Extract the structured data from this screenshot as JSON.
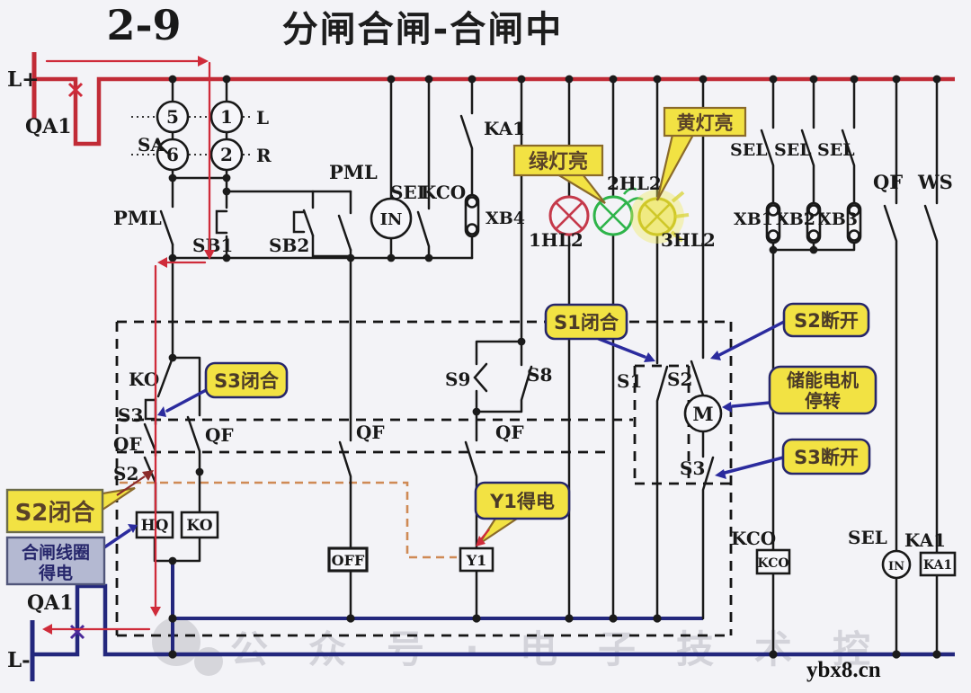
{
  "title": {
    "number": "2-9",
    "main": "分闸合闸-合闸中"
  },
  "power": {
    "l_plus": "L+",
    "l_minus": "L-",
    "qa1_top": "QA1",
    "qa1_bottom": "QA1"
  },
  "selector_sa": {
    "label": "SA",
    "c5": "5",
    "c6": "6",
    "c1": "1",
    "c2": "2",
    "tap_l": "L",
    "tap_r": "R"
  },
  "top_row": {
    "pml_left": "PML",
    "pml_right": "PML",
    "sb1": "SB1",
    "sb2": "SB2",
    "sel": "SEL",
    "in": "IN",
    "kco": "KCO",
    "ka1": "KA1",
    "xb4": "XB4"
  },
  "lamps": {
    "lamp1": "1HL2",
    "lamp2": "2HL2",
    "lamp3": "3HL2"
  },
  "right_bank": {
    "sel": "SEL",
    "xb1": "XB1",
    "xb2": "XB2",
    "xb3": "XB3",
    "qf": "QF",
    "ws": "WS"
  },
  "left_chain": {
    "ko": "KO",
    "s3": "S3",
    "qf": "QF",
    "s2": "S2",
    "qf_b": "QF",
    "hq_coil": "HQ",
    "ko_coil": "KO"
  },
  "center": {
    "s9": "S9",
    "s8": "S8",
    "qf_off": "QF",
    "qf_y1": "QF",
    "off_coil": "OFF",
    "y1_coil": "Y1"
  },
  "right_chain": {
    "s1": "S1",
    "s2": "S2",
    "motor": "M",
    "s3": "S3"
  },
  "bottom_right": {
    "kco": "KCO",
    "sel": "SEL",
    "in": "IN",
    "ka1": "KA1"
  },
  "callouts": {
    "green_light": "绿灯亮",
    "yellow_light": "黄灯亮",
    "s1_closed": "S1闭合",
    "s2_open": "S2断开",
    "motor_stop_line1": "储能电机",
    "motor_stop_line2": "停转",
    "s3_open": "S3断开",
    "s3_closed": "S3闭合",
    "s2_closed": "S2闭合",
    "y1_energized": "Y1得电",
    "closing_coil_line1": "合闸线圈",
    "closing_coil_line2": "得电"
  },
  "watermark": {
    "wechat": "公众号·电子技术控",
    "site": "ybx8.cn"
  },
  "colors": {
    "bus_red": "#c12b36",
    "rail_navy": "#23277d",
    "wire_black": "#191919",
    "callout_yellow": "#f2e243",
    "callout_gray": "#b4b9d2",
    "annotation_red": "#cf2b3a",
    "arrow_blue": "#2b2b9e",
    "orange_dash": "#cf8a55",
    "lamp_red": "#c5394a",
    "lamp_green": "#2eb44a",
    "lamp_yellow": "#d8d02a"
  }
}
